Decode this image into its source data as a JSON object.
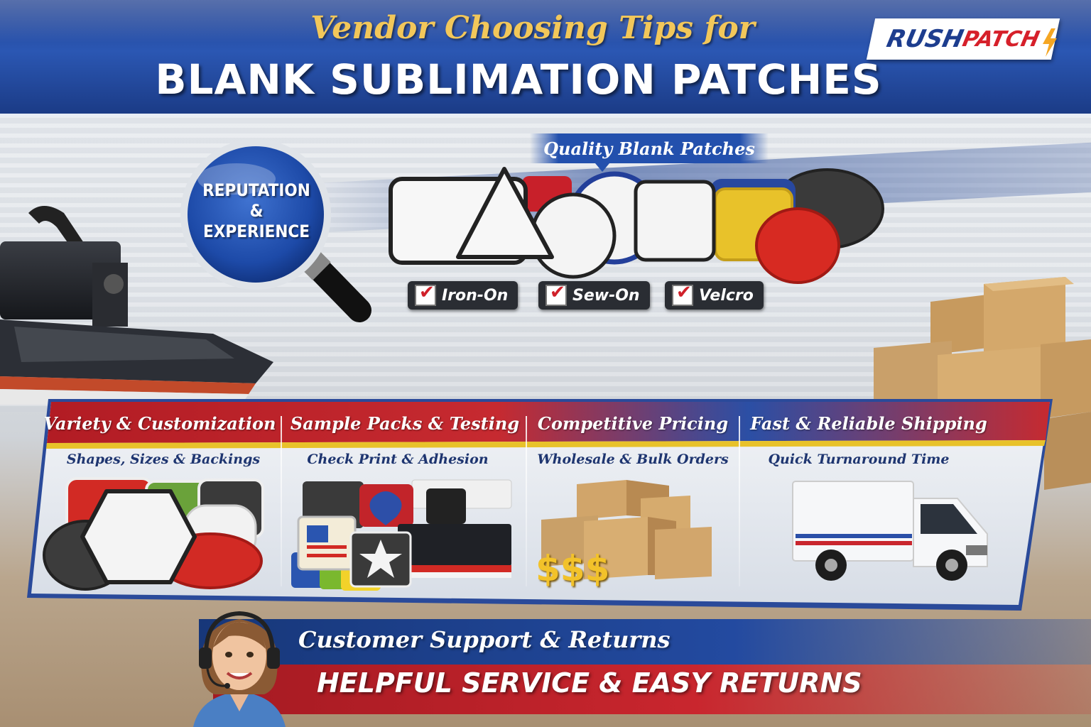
{
  "header": {
    "title_top": "Vendor Choosing Tips for",
    "title_main": "BLANK SUBLIMATION PATCHES"
  },
  "logo": {
    "part1": "RUSH",
    "part2": "PATCH"
  },
  "reputation": {
    "line1": "REPUTATION",
    "line2": "&",
    "line3": "EXPERIENCE"
  },
  "quality": {
    "label": "Quality Blank Patches",
    "backings": [
      {
        "label": "Iron-On"
      },
      {
        "label": "Sew-On"
      },
      {
        "label": "Velcro"
      }
    ]
  },
  "features": [
    {
      "title": "Variety & Customization",
      "subtitle": "Shapes, Sizes & Backings"
    },
    {
      "title": "Sample Packs & Testing",
      "subtitle": "Check Print & Adhesion"
    },
    {
      "title": "Competitive Pricing",
      "subtitle": "Wholesale & Bulk Orders",
      "price_symbol": "$$$"
    },
    {
      "title": "Fast & Reliable Shipping",
      "subtitle": "Quick Turnaround Time"
    }
  ],
  "support": {
    "title": "Customer Support & Returns",
    "main": "HELPFUL SERVICE & EASY RETURNS"
  },
  "colors": {
    "brand_blue": "#1f3f8f",
    "brand_red": "#c9262e",
    "title_gold": "#f2c75a"
  }
}
